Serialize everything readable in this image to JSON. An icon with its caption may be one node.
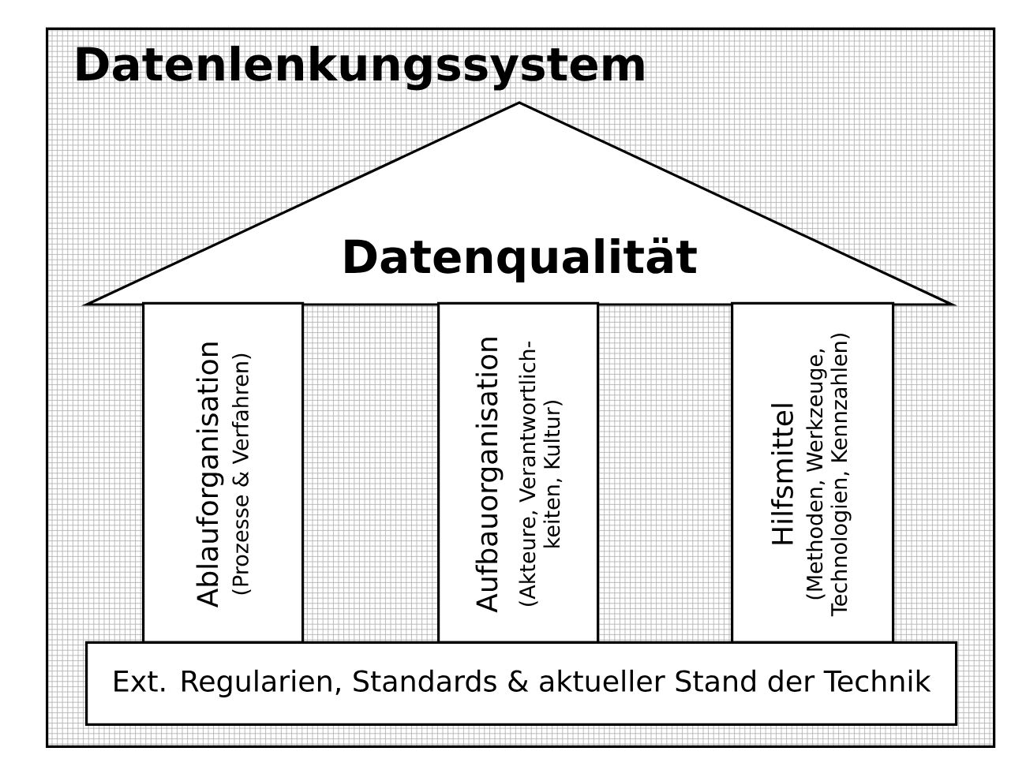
{
  "diagram": {
    "nodes": [
      {
        "text": [
          "Datenlenkungssystem"
        ]
      },
      {
        "text": [
          "Datenqualität"
        ],
        "in": 0
      },
      {
        "text": [
          "Ablauforganisation",
          "(Prozesse & Verfahren)"
        ],
        "in": 0
      },
      {
        "text": [
          "Aufbauorganisation",
          "(Akteure, Verantwortlich- keiten, Kultur)"
        ],
        "in": 0
      },
      {
        "text": [
          "Hilfsmittel",
          "(Methoden, Werkzeuge, Technologien, Kennzahlen)"
        ],
        "in": 0
      },
      {
        "text": [
          "Ext. Regularien, Standards & aktueller Stand der Technik"
        ],
        "in": 0
      }
    ]
  }
}
